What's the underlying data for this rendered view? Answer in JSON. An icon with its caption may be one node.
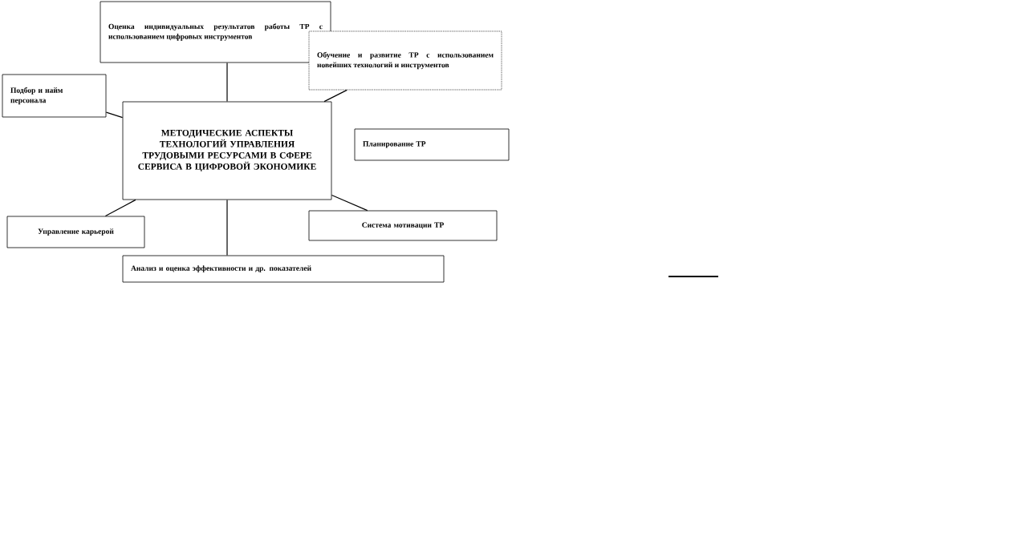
{
  "diagram": {
    "nodes": [
      {
        "text": [
          "МЕТОДИЧЕСКИЕ АСПЕКТЫ ТЕХНОЛОГИЙ УПРАВЛЕНИЯ ТРУДОВЫМИ РЕСУРСАМИ В СФЕРЕ СЕРВИСА В ЦИФРОВОЙ ЭКОНОМИКЕ"
        ]
      },
      {
        "text": [
          "Оценка индивидуальных результатов работы ТР с использованием цифровых инструментов"
        ]
      },
      {
        "text": [
          "Обучение и развитие ТР с использованием новейших технологий и инструментов"
        ]
      },
      {
        "text": [
          "Подбор и найм персонала"
        ]
      },
      {
        "text": [
          "Планирование ТР"
        ]
      },
      {
        "text": [
          "Управление карьерой"
        ]
      },
      {
        "text": [
          "Система мотивации ТР"
        ]
      },
      {
        "text": [
          "Анализ и оценка эффективности и др. показателей"
        ]
      }
    ],
    "edges": [
      {
        "from": 0,
        "to": 1,
        "arrow": "none"
      },
      {
        "from": 0,
        "to": 2,
        "arrow": "none"
      },
      {
        "from": 0,
        "to": 3,
        "arrow": "none"
      },
      {
        "from": 0,
        "to": 5,
        "arrow": "none"
      },
      {
        "from": 0,
        "to": 6,
        "arrow": "none"
      },
      {
        "from": 0,
        "to": 7,
        "arrow": "none"
      }
    ]
  }
}
